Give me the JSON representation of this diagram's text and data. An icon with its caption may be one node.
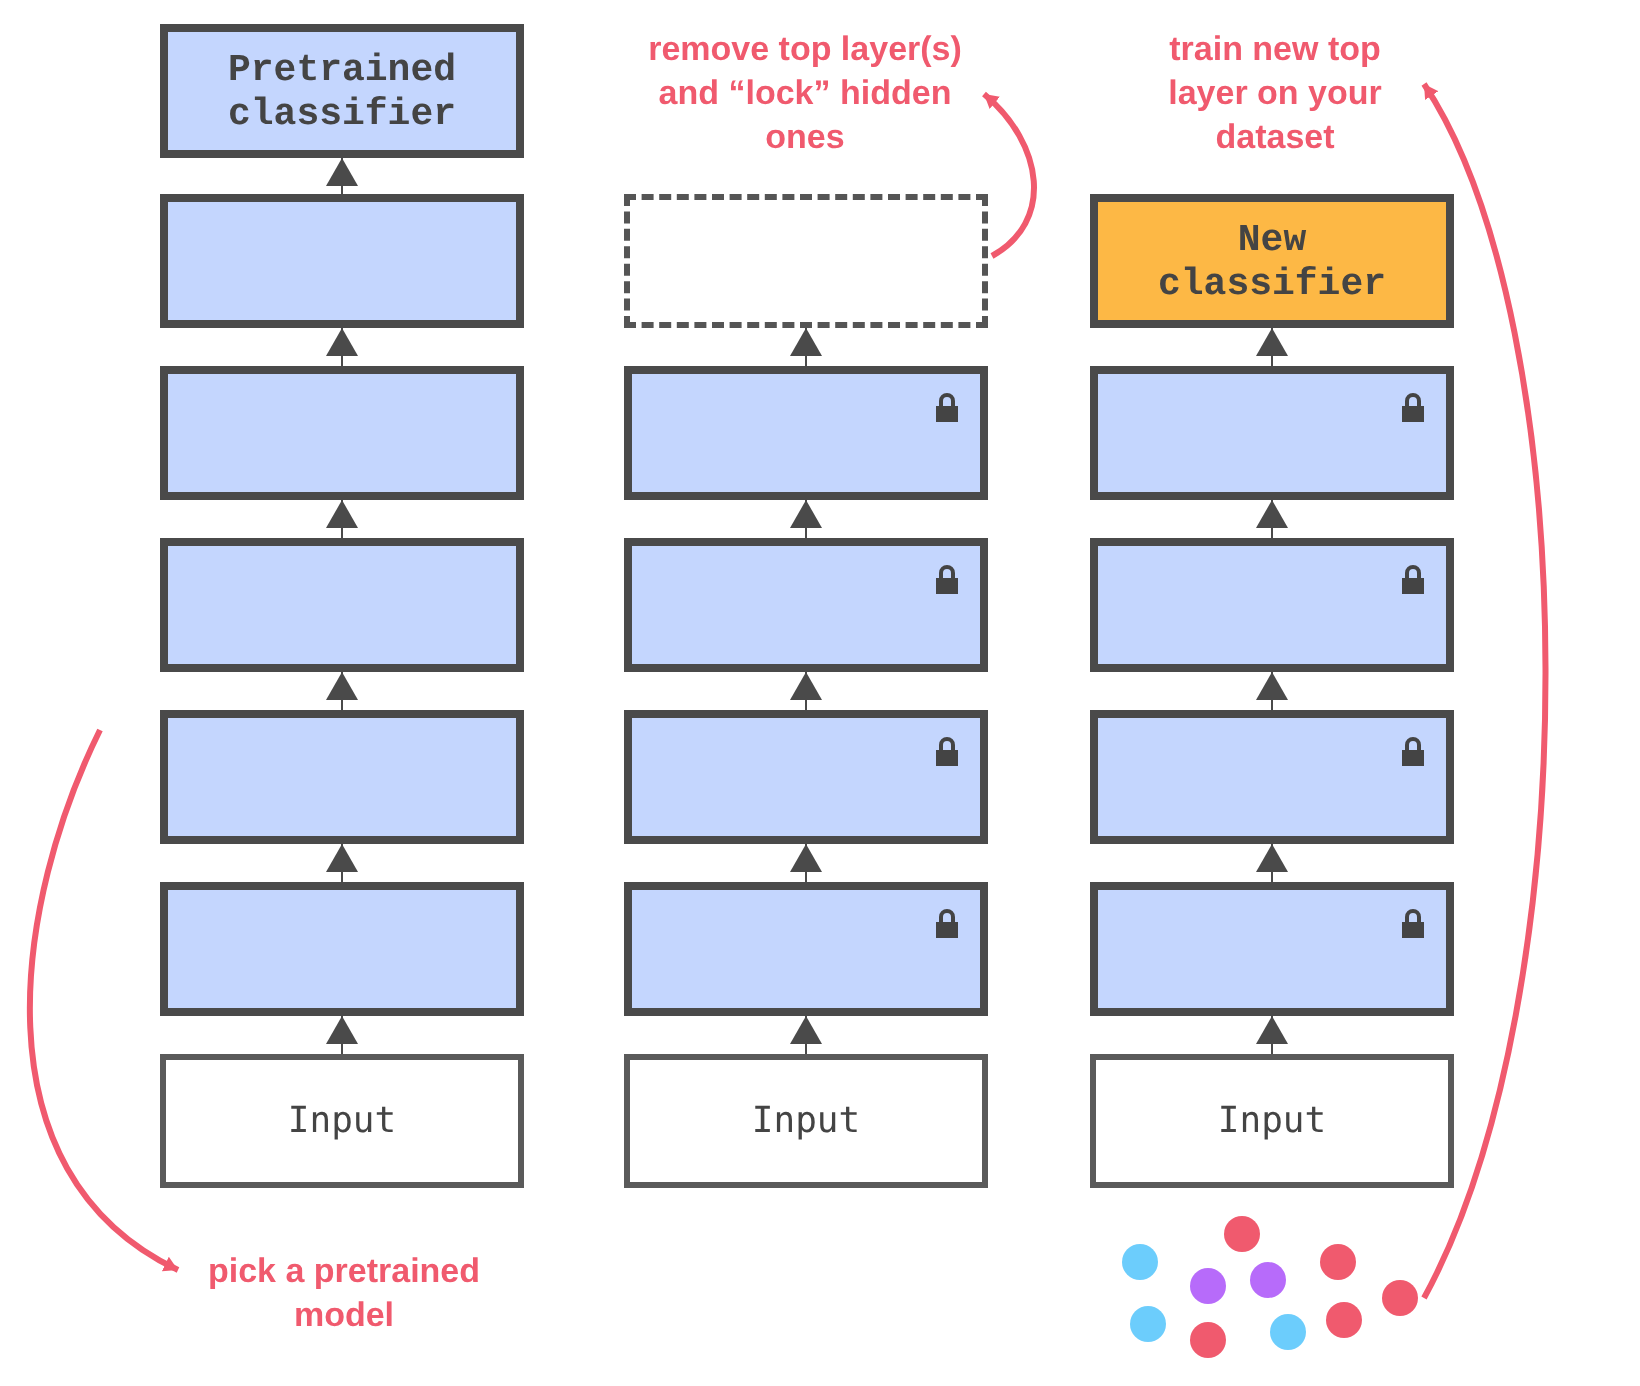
{
  "diagram": {
    "nodes": [
      {
        "text": [
          "Pretrained classifier"
        ]
      },
      {
        "text": [],
        "shape": "box"
      },
      {
        "text": [],
        "shape": "box"
      },
      {
        "text": [],
        "shape": "box"
      },
      {
        "text": [],
        "shape": "box"
      },
      {
        "text": [],
        "shape": "box"
      },
      {
        "text": [
          "Input"
        ]
      },
      {
        "text": [],
        "shape": "box"
      },
      {
        "text": [],
        "shape": "box"
      },
      {
        "text": [],
        "shape": "box"
      },
      {
        "text": [],
        "shape": "box"
      },
      {
        "text": [],
        "shape": "box"
      },
      {
        "text": [
          "Input"
        ]
      },
      {
        "text": [
          "New classifier"
        ]
      },
      {
        "text": [],
        "shape": "box"
      },
      {
        "text": [],
        "shape": "box"
      },
      {
        "text": [],
        "shape": "box"
      },
      {
        "text": [],
        "shape": "box"
      },
      {
        "text": [
          "Input"
        ]
      },
      {
        "text": [
          "pick a pretrained model"
        ]
      },
      {
        "text": [
          "remove top layer(s) and “lock” hidden ones"
        ]
      },
      {
        "text": [
          "train new top layer on your dataset"
        ]
      },
      {
        "text": [],
        "shape": "picture"
      }
    ],
    "edges": [
      {
        "from": 6,
        "to": 5,
        "arrow": "to"
      },
      {
        "from": 5,
        "to": 4,
        "arrow": "to"
      },
      {
        "from": 4,
        "to": 3,
        "arrow": "to"
      },
      {
        "from": 3,
        "to": 2,
        "arrow": "to"
      },
      {
        "from": 2,
        "to": 1,
        "arrow": "to"
      },
      {
        "from": 1,
        "to": 0,
        "arrow": "to"
      },
      {
        "from": 12,
        "to": 11,
        "arrow": "to"
      },
      {
        "from": 11,
        "to": 10,
        "arrow": "to"
      },
      {
        "from": 10,
        "to": 9,
        "arrow": "to"
      },
      {
        "from": 9,
        "to": 8,
        "arrow": "to"
      },
      {
        "from": 8,
        "to": 7,
        "arrow": "to"
      },
      {
        "from": 18,
        "to": 17,
        "arrow": "to"
      },
      {
        "from": 17,
        "to": 16,
        "arrow": "to"
      },
      {
        "from": 16,
        "to": 15,
        "arrow": "to"
      },
      {
        "from": 15,
        "to": 14,
        "arrow": "to"
      },
      {
        "from": 14,
        "to": 13,
        "arrow": "to"
      },
      {
        "from": null,
        "to": 19,
        "arrow": "to",
        "style": "thick",
        "color": "#f05a6e"
      },
      {
        "from": 7,
        "to": 20,
        "arrow": "to",
        "style": "thick",
        "color": "#f05a6e"
      },
      {
        "from": 22,
        "to": 21,
        "arrow": "to",
        "style": "thick",
        "color": "#f05a6e"
      }
    ]
  }
}
